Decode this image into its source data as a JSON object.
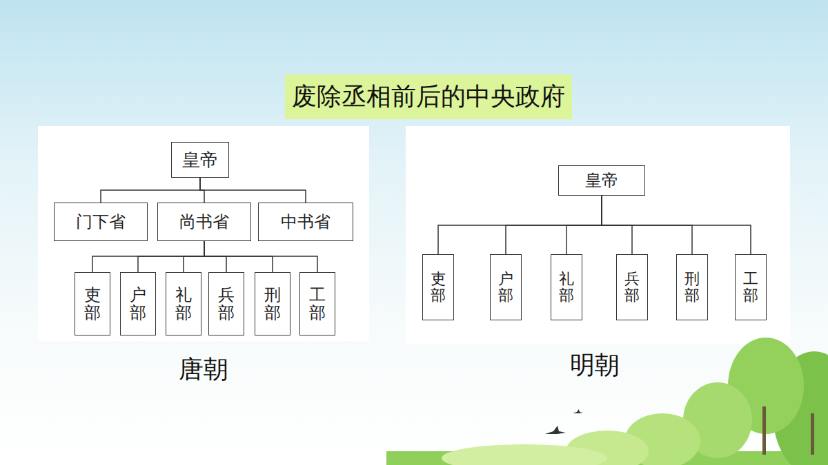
{
  "diagram": {
    "title": "废除丞相前后的中央政府",
    "nodes": [
      {
        "text": [
          "皇帝"
        ]
      },
      {
        "text": [
          "门下省"
        ]
      },
      {
        "text": [
          "尚书省"
        ]
      },
      {
        "text": [
          "中书省"
        ]
      },
      {
        "text": [
          "吏部"
        ]
      },
      {
        "text": [
          "户部"
        ]
      },
      {
        "text": [
          "礼部"
        ]
      },
      {
        "text": [
          "兵部"
        ]
      },
      {
        "text": [
          "刑部"
        ]
      },
      {
        "text": [
          "工部"
        ]
      },
      {
        "text": [
          "皇帝"
        ]
      },
      {
        "text": [
          "吏部"
        ]
      },
      {
        "text": [
          "户部"
        ]
      },
      {
        "text": [
          "礼部"
        ]
      },
      {
        "text": [
          "兵部"
        ]
      },
      {
        "text": [
          "刑部"
        ]
      },
      {
        "text": [
          "工部"
        ]
      }
    ],
    "edges": [
      {
        "from": 0,
        "to": 1,
        "arrow": "none"
      },
      {
        "from": 0,
        "to": 2,
        "arrow": "none"
      },
      {
        "from": 0,
        "to": 3,
        "arrow": "none"
      },
      {
        "from": 2,
        "to": 4,
        "arrow": "none"
      },
      {
        "from": 2,
        "to": 5,
        "arrow": "none"
      },
      {
        "from": 2,
        "to": 6,
        "arrow": "none"
      },
      {
        "from": 2,
        "to": 7,
        "arrow": "none"
      },
      {
        "from": 2,
        "to": 8,
        "arrow": "none"
      },
      {
        "from": 2,
        "to": 9,
        "arrow": "none"
      },
      {
        "from": 10,
        "to": 11,
        "arrow": "none"
      },
      {
        "from": 10,
        "to": 12,
        "arrow": "none"
      },
      {
        "from": 10,
        "to": 13,
        "arrow": "none"
      },
      {
        "from": 10,
        "to": 14,
        "arrow": "none"
      },
      {
        "from": 10,
        "to": 15,
        "arrow": "none"
      },
      {
        "from": 10,
        "to": 16,
        "arrow": "none"
      }
    ],
    "labels": [
      "唐朝",
      "明朝"
    ]
  }
}
